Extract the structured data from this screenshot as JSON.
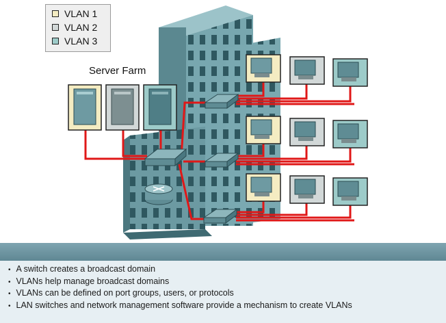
{
  "legend": {
    "items": [
      {
        "label": "VLAN 1",
        "color": "#f4ecc2"
      },
      {
        "label": "VLAN 2",
        "color": "#d2d8d8"
      },
      {
        "label": "VLAN 3",
        "color": "#9dcbc9"
      }
    ]
  },
  "server_farm": {
    "label": "Server Farm"
  },
  "colors": {
    "link": "#e01818",
    "building_front": "#6f9ea6",
    "building_side": "#4f7e86",
    "window": "#31565c"
  },
  "bullets": [
    "A switch creates a broadcast domain",
    "VLANs help manage broadcast domains",
    "VLANs can be defined on port groups, users, or protocols",
    "LAN switches and network management software provide a mechanism to create VLANs"
  ]
}
